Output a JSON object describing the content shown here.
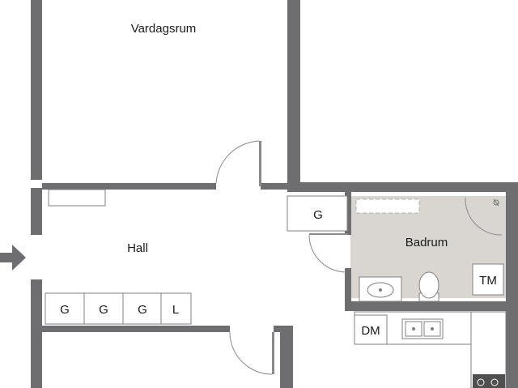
{
  "rooms": {
    "living_room": "Vardagsrum",
    "hall": "Hall",
    "bathroom": "Badrum"
  },
  "units": {
    "wardrobe_g": "G",
    "linen": "L",
    "dryer": "TM",
    "dishwasher": "DM"
  },
  "icons": {
    "entrance": "entrance-arrow-icon",
    "shower": "shower-icon",
    "sink": "sink-icon",
    "toilet": "toilet-icon",
    "kitchen_sink": "kitchen-sink-icon",
    "stove": "stove-icon"
  },
  "colors": {
    "wall": "#6e6e70",
    "bathroom_floor": "#d9d6d2",
    "fixture_stroke": "#808080",
    "background": "#ffffff"
  }
}
